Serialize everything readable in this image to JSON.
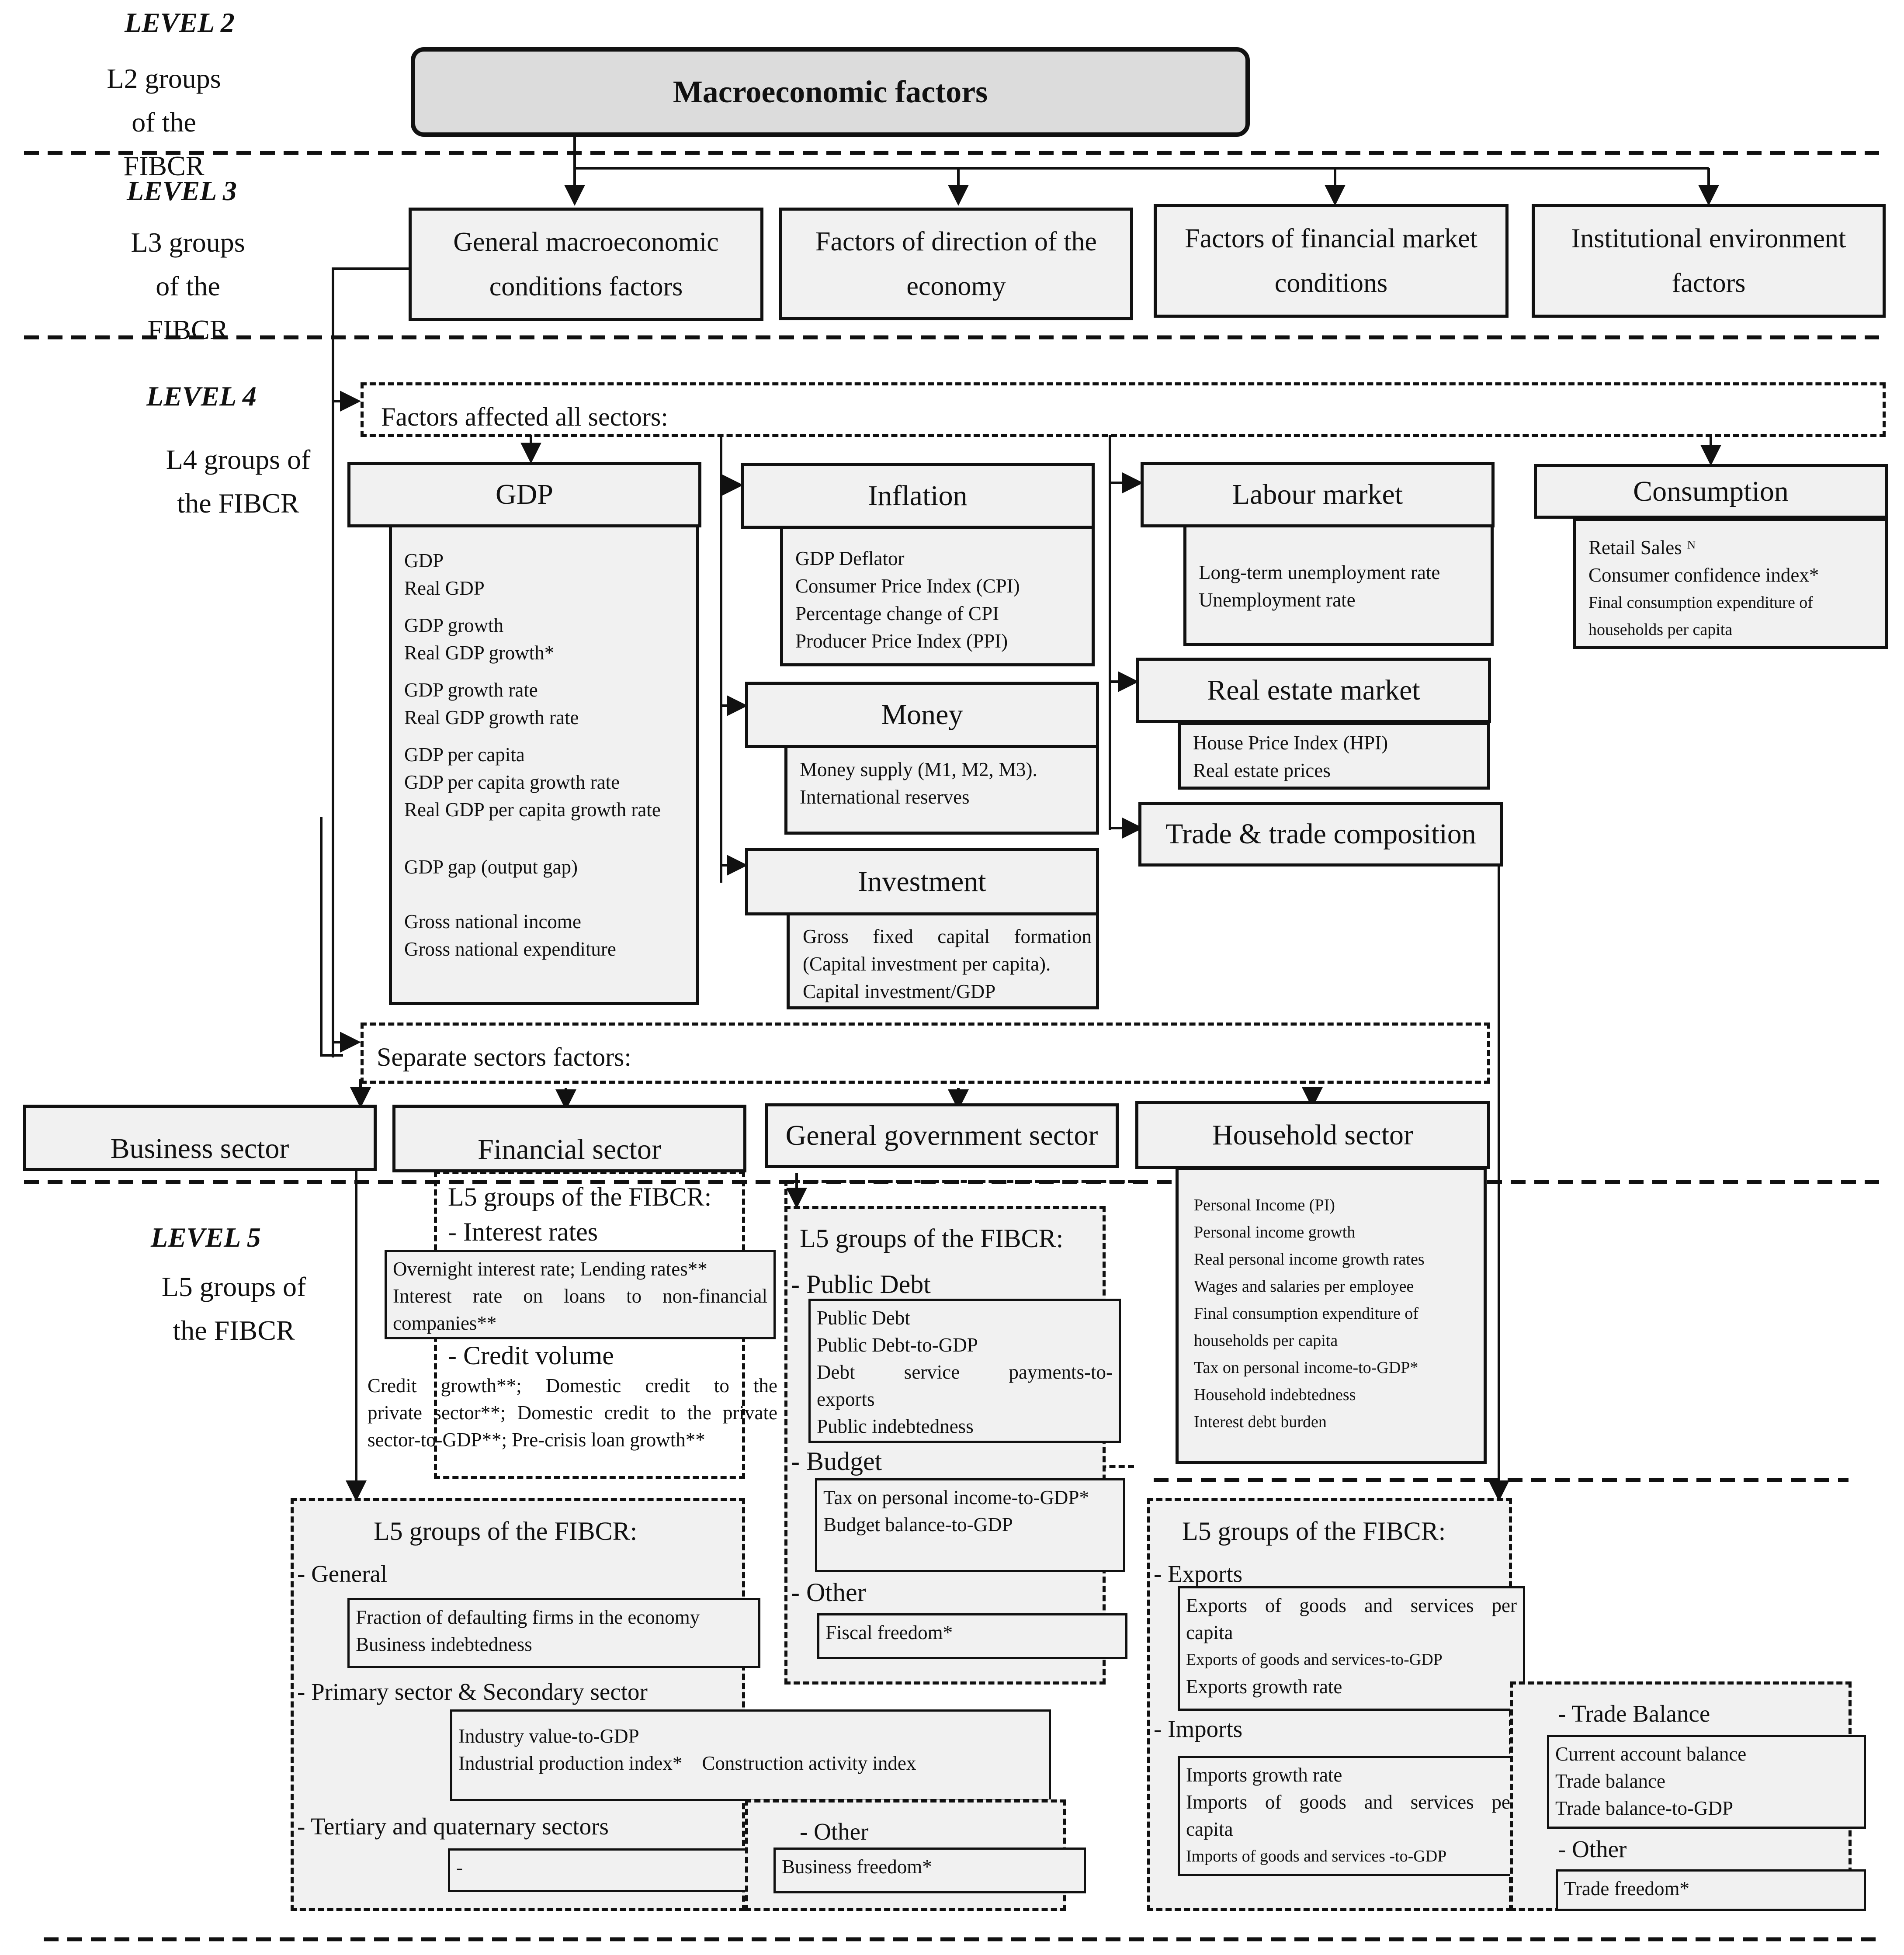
{
  "levels": {
    "l2": {
      "label": "LEVEL 2",
      "sub": "L2 groups of the FIBCR"
    },
    "l3": {
      "label": "LEVEL 3",
      "sub": "L3 groups of the FIBCR"
    },
    "l4": {
      "label": "LEVEL 4",
      "sub": "L4 groups of the FIBCR"
    },
    "l5": {
      "label": "LEVEL 5",
      "sub": "L5 groups of the FIBCR"
    }
  },
  "root": "Macroeconomic factors",
  "l3_groups": [
    "General macroeconomic conditions factors",
    "Factors of direction of the economy",
    "Factors of financial market conditions",
    "Institutional environment factors"
  ],
  "all_sectors": "Factors affected all sectors:",
  "separate_sectors": "Separate sectors factors:",
  "gdp": {
    "title": "GDP",
    "items": [
      "GDP",
      "Real GDP",
      "GDP growth",
      "Real GDP growth*",
      "GDP growth rate",
      "Real GDP growth rate",
      "GDP per capita",
      "GDP per capita growth rate",
      "Real GDP per capita growth rate",
      "GDP gap (output gap)",
      "Gross national income",
      "Gross national expenditure"
    ]
  },
  "inflation": {
    "title": "Inflation",
    "items": [
      "GDP Deflator",
      "Consumer Price Index (CPI)",
      "Percentage change of CPI",
      "Producer Price Index (PPI)"
    ]
  },
  "money": {
    "title": "Money",
    "items": [
      "Money supply (M1, M2, M3).",
      "International reserves"
    ]
  },
  "investment": {
    "title": "Investment",
    "items": [
      "Gross fixed capital formation",
      "(Capital investment per capita).",
      "Capital investment/GDP"
    ]
  },
  "labour": {
    "title": "Labour market",
    "items": [
      "Long-term unemployment rate",
      "Unemployment rate"
    ]
  },
  "real_estate": {
    "title": "Real estate market",
    "items": [
      "House Price Index (HPI)",
      "Real estate prices"
    ]
  },
  "trade": {
    "title": "Trade & trade composition"
  },
  "consumption": {
    "title": "Consumption",
    "items": [
      "Retail Sales ᴺ",
      "Consumer confidence index*",
      "Final consumption expenditure of",
      "households per capita"
    ]
  },
  "sectors": {
    "business": "Business sector",
    "financial": "Financial sector",
    "government": "General government sector",
    "household": "Household sector"
  },
  "l5_heading": "L5 groups of the FIBCR:",
  "financial_l5": {
    "interest_rates_label": "- Interest rates",
    "interest_rates": [
      "Overnight interest rate; Lending rates**",
      "Interest rate on loans to non-financial",
      "companies**"
    ],
    "credit_volume_label": "- Credit volume",
    "credit_volume": [
      "Credit growth**; Domestic credit to the",
      "private sector**; Domestic credit to the private",
      "sector-to-GDP**; Pre-crisis loan growth**"
    ]
  },
  "government_l5": {
    "public_debt_label": "- Public Debt",
    "public_debt": [
      "Public Debt",
      "Public Debt-to-GDP",
      "Debt service payments-to-",
      "exports",
      "Public indebtedness"
    ],
    "budget_label": "- Budget",
    "budget": [
      "Tax on personal income-to-GDP*",
      "Budget balance-to-GDP"
    ],
    "other_label": "- Other",
    "other": [
      "Fiscal freedom*"
    ]
  },
  "household_items": [
    "Personal Income (PI)",
    "Personal income growth",
    "Real personal income growth rates",
    "Wages and salaries per employee",
    "Final consumption expenditure of",
    "households per capita",
    "Tax on personal income-to-GDP*",
    "Household indebtedness",
    "Interest debt burden"
  ],
  "business_l5": {
    "general_label": "- General",
    "general": [
      "Fraction of defaulting firms in the economy",
      "Business indebtedness"
    ],
    "primary_label": "- Primary sector & Secondary sector",
    "primary": [
      "Industry value-to-GDP",
      "Industrial production index*    Construction activity index"
    ],
    "tertiary_label": "- Tertiary and quaternary sectors",
    "tertiary": [
      "-"
    ],
    "other_label": "- Other",
    "other": [
      "Business freedom*"
    ]
  },
  "trade_l5": {
    "exports_label": "- Exports",
    "exports": [
      "Exports of goods and services per",
      "capita",
      "Exports of goods and services-to-GDP",
      "Exports growth rate"
    ],
    "imports_label": "- Imports",
    "imports": [
      "Imports growth rate",
      "Imports of goods and services per",
      "capita",
      "Imports of goods and services -to-GDP"
    ],
    "balance_label": "- Trade Balance",
    "balance": [
      "Current account balance",
      "Trade balance",
      "Trade balance-to-GDP"
    ],
    "other_label": "- Other",
    "other": [
      "Trade freedom*"
    ]
  }
}
